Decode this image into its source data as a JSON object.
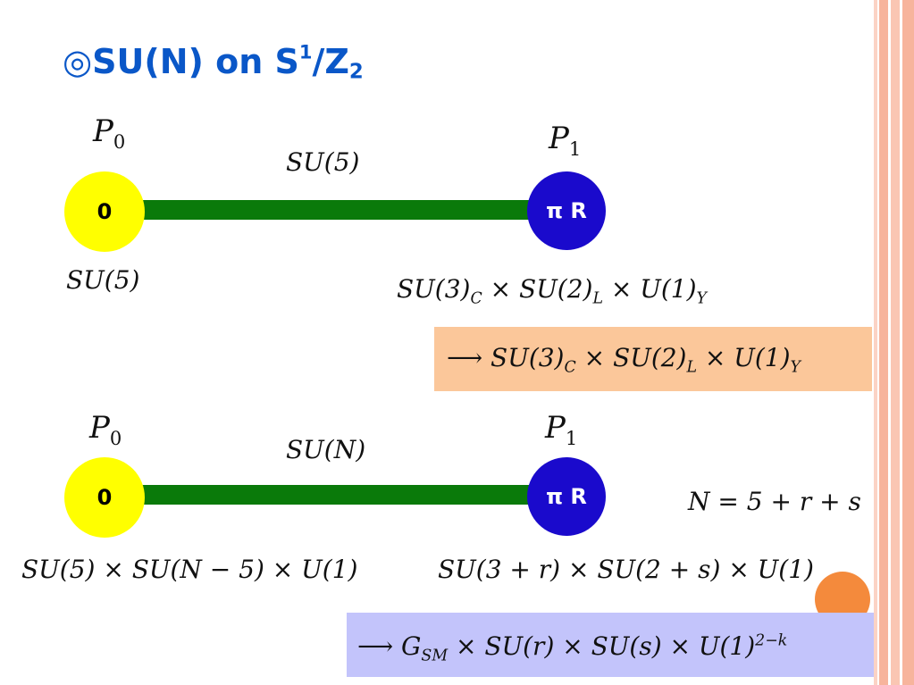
{
  "title": {
    "prefix": "◎SU(N) on S",
    "sup": "1",
    "slash": "/Z",
    "sub": "2"
  },
  "diagram1": {
    "left_node": {
      "label": "0",
      "point": "P",
      "point_sub": "0",
      "group": "SU(5)"
    },
    "right_node": {
      "label": "π R",
      "point": "P",
      "point_sub": "1",
      "group_prefix": "SU(3)",
      "group_sub1": "C",
      "group_mid": " × SU(2)",
      "group_sub2": "L",
      "group_mid2": " × U(1)",
      "group_sub3": "Y"
    },
    "bulk_group": "SU(5)",
    "result_prefix": "⟶ SU(3)",
    "result_sub1": "C",
    "result_mid": " × SU(2)",
    "result_sub2": "L",
    "result_mid2": " × U(1)",
    "result_sub3": "Y"
  },
  "diagram2": {
    "left_node": {
      "label": "0",
      "point": "P",
      "point_sub": "0",
      "group": "SU(5) × SU(N − 5) × U(1)"
    },
    "right_node": {
      "label": "π R",
      "point": "P",
      "point_sub": "1",
      "group": "SU(3 + r) × SU(2 + s) × U(1)"
    },
    "bulk_group": "SU(N)",
    "relation": "N = 5 + r + s",
    "result_prefix": "⟶ G",
    "result_sub": "SM",
    "result_mid": " × SU(r) × SU(s) × U(1)",
    "result_sup": "2−k"
  },
  "colors": {
    "title": "#0a57c8",
    "bar": "#0a7a0a",
    "node_yellow": "#ffff00",
    "node_blue": "#1a0acc",
    "box_orange": "#fbc79a",
    "box_lavender": "#c3c4fb",
    "dot_orange": "#f48a3c"
  }
}
